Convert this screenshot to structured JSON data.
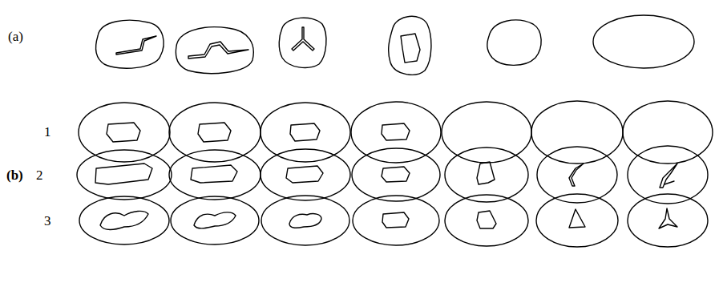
{
  "diagram": {
    "labels": [
      "(a)",
      "1",
      "(b)",
      "2",
      "3"
    ]
  }
}
